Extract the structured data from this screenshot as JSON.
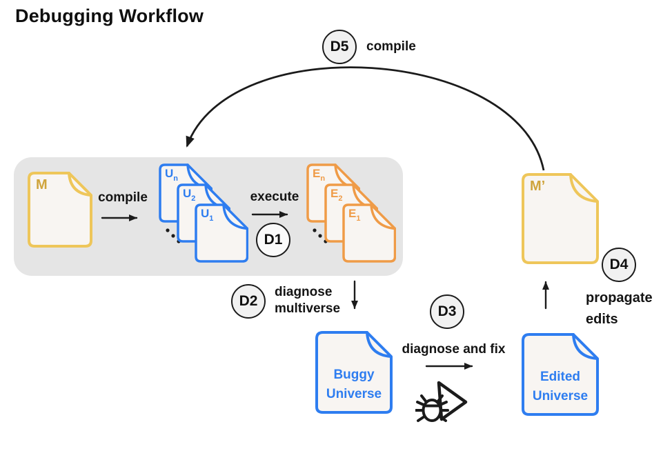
{
  "title": "Debugging Workflow",
  "colors": {
    "blue": "#2E7DF0",
    "orange": "#EF9B47",
    "yellow": "#EEC65A",
    "gold_text": "#CFA43C",
    "panel_gray": "#E5E5E5",
    "ink": "#1A1A1A",
    "doc_fill": "#F8F5F2",
    "circle_fill": "#F1F1F1"
  },
  "documents": {
    "m": {
      "label": "M"
    },
    "m_prime": {
      "label": "M’"
    },
    "u_stack": [
      {
        "main": "U",
        "sub": "n"
      },
      {
        "main": "U",
        "sub": "2"
      },
      {
        "main": "U",
        "sub": "1"
      }
    ],
    "e_stack": [
      {
        "main": "E",
        "sub": "n"
      },
      {
        "main": "E",
        "sub": "2"
      },
      {
        "main": "E",
        "sub": "1"
      }
    ],
    "buggy": {
      "line1": "Buggy",
      "line2": "Universe"
    },
    "edited": {
      "line1": "Edited",
      "line2": "Universe"
    }
  },
  "steps": {
    "d1": {
      "label": "D1"
    },
    "d2": {
      "label": "D2",
      "caption": [
        "diagnose",
        "multiverse"
      ]
    },
    "d3": {
      "label": "D3"
    },
    "d4": {
      "label": "D4",
      "caption": [
        "propagate",
        "edits"
      ]
    },
    "d5": {
      "label": "D5",
      "caption": "compile"
    }
  },
  "edge_labels": {
    "compile": "compile",
    "execute": "execute",
    "diagnose_and_fix": "diagnose and fix"
  },
  "icons": {
    "debug": "bug-play-icon",
    "stack_ellipsis": "diagonal-dots"
  }
}
